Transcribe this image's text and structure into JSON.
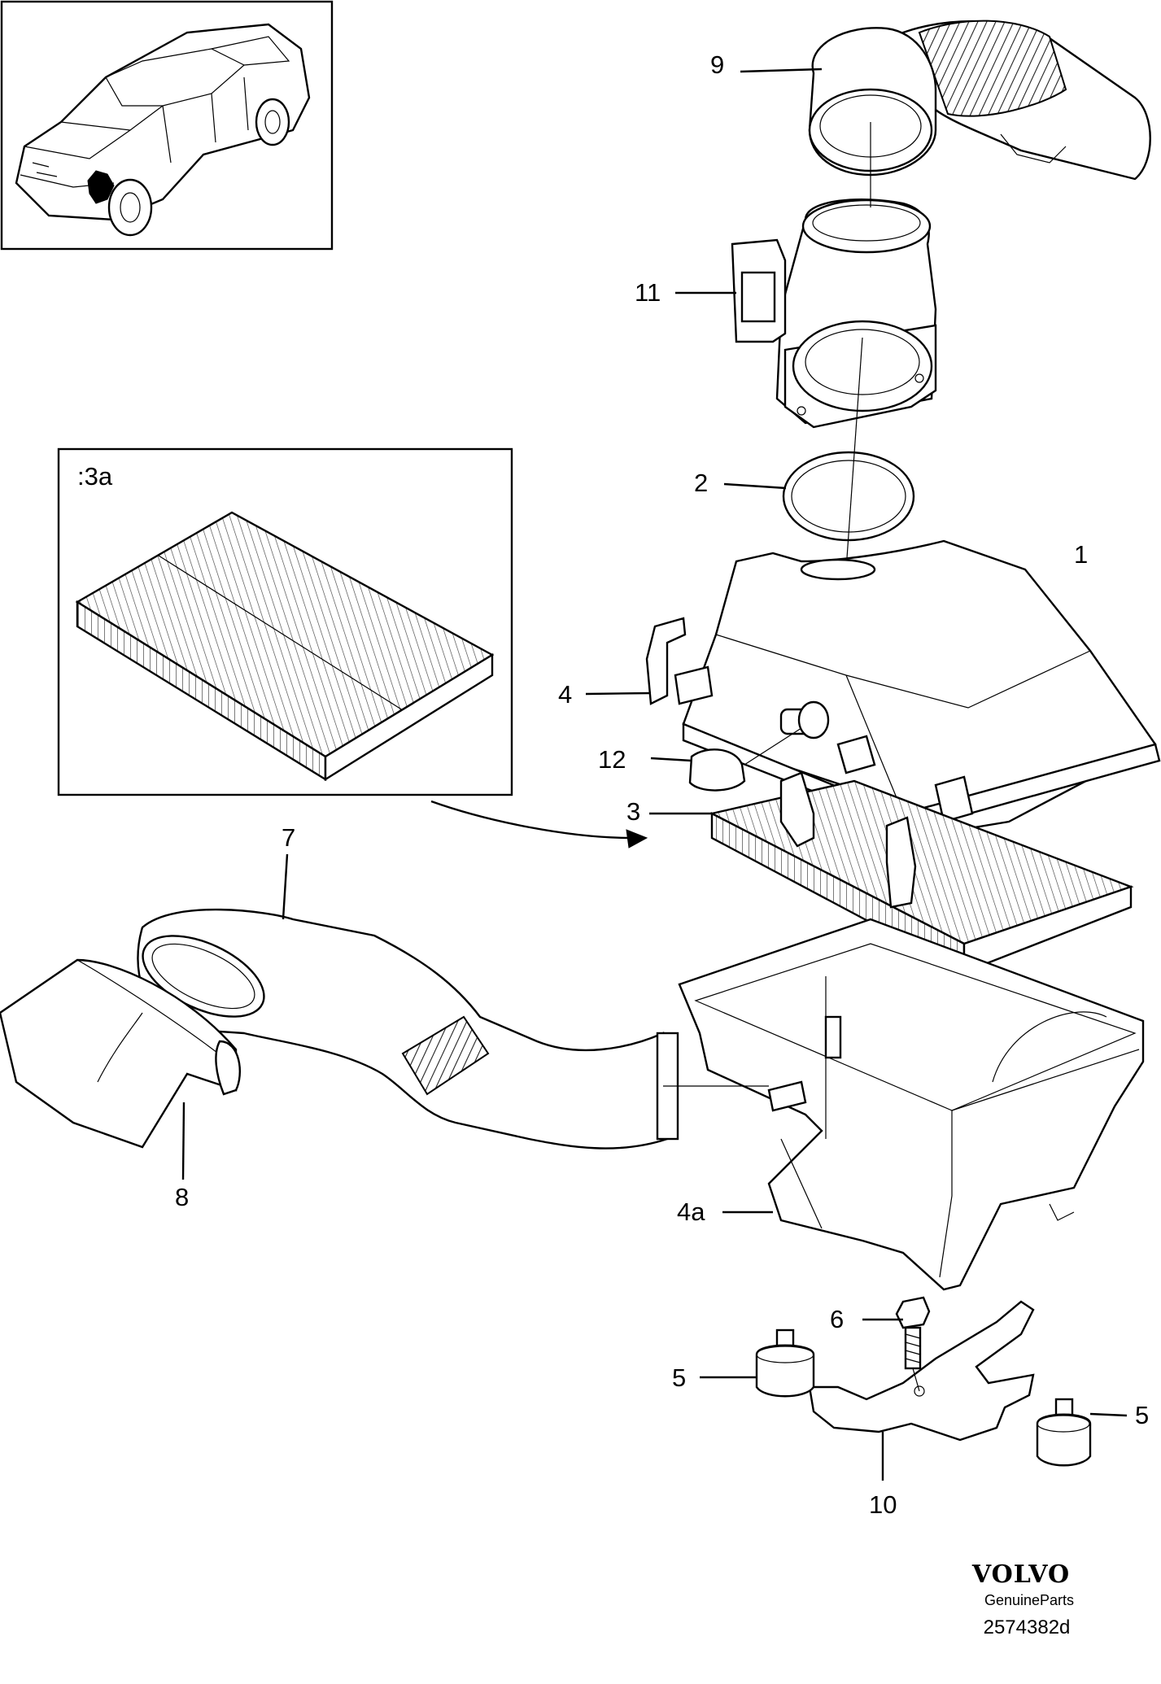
{
  "callouts": {
    "c1": "1",
    "c2": "2",
    "c3": "3",
    "c3a": ":3a",
    "c4": "4",
    "c4a": "4a",
    "c5a": "5",
    "c5b": "5",
    "c6": "6",
    "c7": "7",
    "c8": "8",
    "c9": "9",
    "c10": "10",
    "c11": "11",
    "c12": "12"
  },
  "footer": {
    "brand": "VOLVO",
    "tagline": "GenuineParts",
    "doc_number": "2574382d"
  },
  "icons": {
    "vehicle": "car-location-icon"
  }
}
